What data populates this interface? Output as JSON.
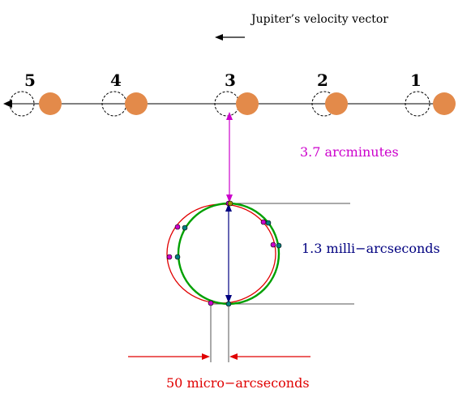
{
  "velocity_label": "Jupiter’s velocity vector",
  "positions": [
    {
      "label": "1",
      "jupiter_color": "#e38a4a"
    },
    {
      "label": "2",
      "jupiter_color": "#e38a4a"
    },
    {
      "label": "3",
      "jupiter_color": "#e38a4a"
    },
    {
      "label": "4",
      "jupiter_color": "#e38a4a"
    },
    {
      "label": "5",
      "jupiter_color": "#e38a4a"
    }
  ],
  "separation_label": "3.7 arcminutes",
  "deflection_diameter_label": "1.3 milli−arcseconds",
  "offset_label": "50 micro−arcseconds",
  "colors": {
    "separation": "#cc00cc",
    "diameter": "#000080",
    "offset": "#e00000",
    "jupiter": "#e38a4a",
    "retarded_circle": "#00a000",
    "instantaneous_circle": "#e00000"
  }
}
